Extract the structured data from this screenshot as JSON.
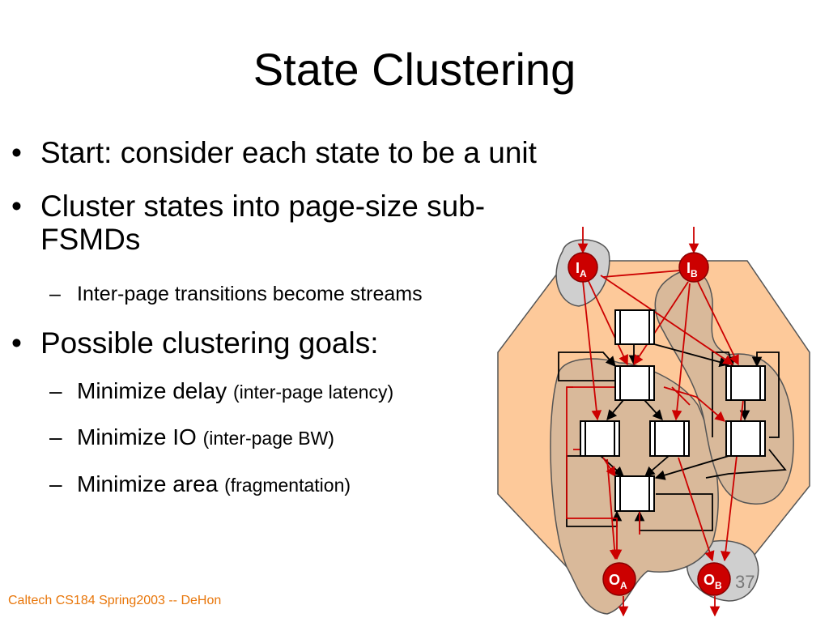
{
  "slide": {
    "title": "State Clustering",
    "footer": "Caltech CS184 Spring2003 -- DeHon",
    "page_number": "37"
  },
  "bullets": {
    "b1": "Start: consider each state to be a unit",
    "b2_line1": "Cluster states into page-size sub-",
    "b2_line2": "FSMDs",
    "b2_sub1": "Inter-page transitions become streams",
    "b3": "Possible clustering goals:",
    "g1_main": "Minimize delay",
    "g1_note": "(inter-page latency)",
    "g2_main": "Minimize IO",
    "g2_note": "(inter-page BW)",
    "g3_main": "Minimize area",
    "g3_note": "(fragmentation)",
    "marker_bullet": "•",
    "marker_dash": "–"
  },
  "diagram": {
    "inputs": [
      {
        "main": "I",
        "sub": "A"
      },
      {
        "main": "I",
        "sub": "B"
      }
    ],
    "outputs": [
      {
        "main": "O",
        "sub": "A"
      },
      {
        "main": "O",
        "sub": "B"
      }
    ],
    "colors": {
      "page_fill": "#fdc99a",
      "cluster_fill": "#d9b99a",
      "io_cluster_fill": "#cfcfcf",
      "node_fill": "#cc0000",
      "edge_red": "#cc0000",
      "edge_black": "#000000"
    }
  }
}
